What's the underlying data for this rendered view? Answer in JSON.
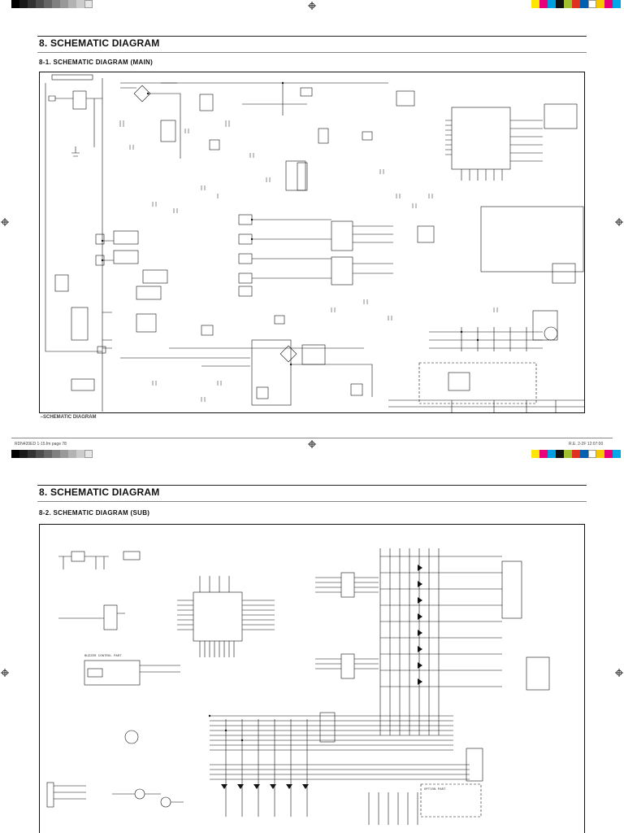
{
  "section_top": {
    "title": "8. SCHEMATIC DIAGRAM",
    "subtitle": "8-1.  SCHEMATIC DIAGRAM  (MAIN)",
    "caption": " –SCHEMATIC DIAGRAM"
  },
  "section_bottom": {
    "title": "8.  SCHEMATIC DIAGRAM",
    "subtitle": "8-2.  SCHEMATIC DIAGRAM  (SUB)",
    "buzzer_label": "BUZZER CONTROL PART",
    "option_label": "OPTION PART"
  },
  "footer": {
    "left": "RDN420ED 1-15.fm page 78",
    "right": "R.E. 2-2F  12:07:00"
  },
  "colors": {
    "ink": "#111111",
    "swatches_gray": [
      "#000000",
      "#1a1a1a",
      "#333333",
      "#4d4d4d",
      "#666666",
      "#808080",
      "#999999",
      "#b3b3b3",
      "#cccccc",
      "#e6e6e6",
      "#ffffff"
    ],
    "swatches_color": [
      "#ffe600",
      "#e8007a",
      "#00a0e0",
      "#111111",
      "#a0c030",
      "#e03020",
      "#0060b0",
      "#ffffff",
      "#f5c800",
      "#e8007a",
      "#00a8e8"
    ]
  }
}
